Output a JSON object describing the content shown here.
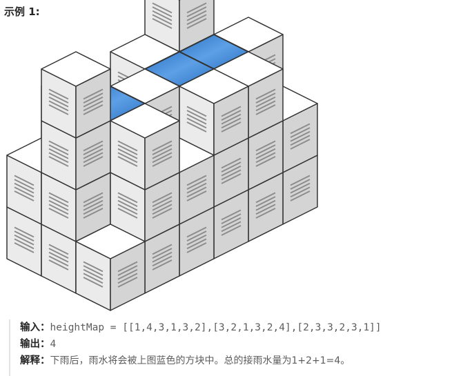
{
  "example": {
    "title": "示例 1:"
  },
  "illustration": {
    "icon": "stacked-cubes-illustration",
    "colors": {
      "cube_top": "#ffffff",
      "cube_left": "#ebebeb",
      "cube_right": "#d4d4d4",
      "water": "#3c82d4",
      "water_light": "#6aa9ea",
      "edge": "#333333",
      "vent": "#8c8c8c"
    }
  },
  "io": {
    "input_label": "输入：",
    "input_value": "heightMap = [[1,4,3,1,3,2],[3,2,1,3,2,4],[2,3,3,2,3,1]]",
    "output_label": "输出：",
    "output_value": "4",
    "explanation_label": "解释：",
    "explanation_value": "下雨后，雨水将会被上图蓝色的方块中。总的接雨水量为1+2+1=4。"
  }
}
